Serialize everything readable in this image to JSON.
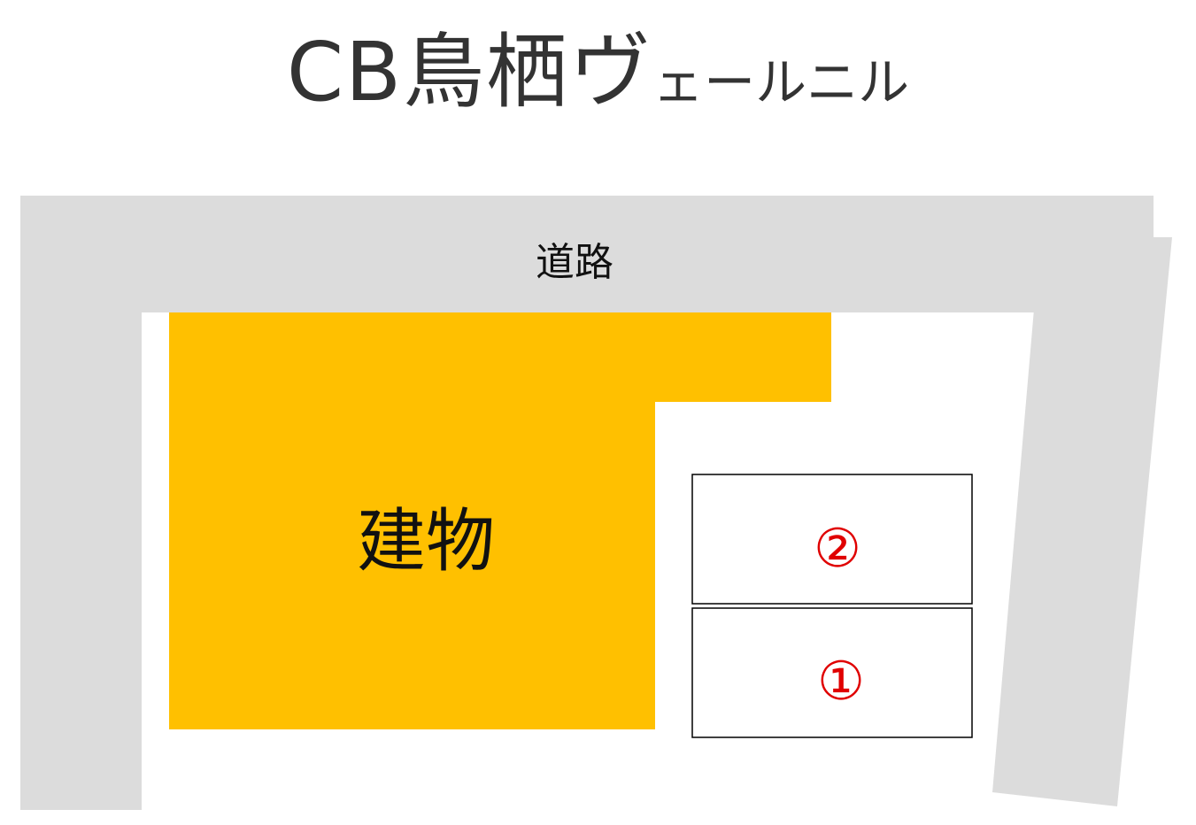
{
  "title": {
    "main": "CB鳥栖ヴ",
    "suffix": "ェールニル"
  },
  "road": {
    "label": "道路",
    "color": "#dcdcdc"
  },
  "building": {
    "label": "建物",
    "color": "#ffc000"
  },
  "parking": {
    "label_color": "#e00000",
    "slots": [
      {
        "id": "slot-2",
        "label": "②"
      },
      {
        "id": "slot-1",
        "label": "①"
      }
    ]
  }
}
